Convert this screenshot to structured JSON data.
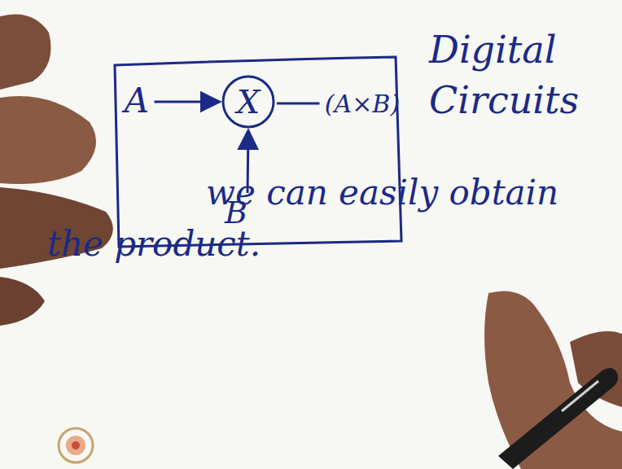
{
  "diagram": {
    "nodes": [
      {
        "text": [
          "A"
        ]
      },
      {
        "text": [
          "X"
        ]
      },
      {
        "text": [
          "(A×B)"
        ]
      },
      {
        "text": [
          "B"
        ]
      }
    ],
    "edges": [
      {
        "from": 0,
        "to": 1,
        "arrow": "to"
      },
      {
        "from": 1,
        "to": 2,
        "arrow": "none"
      },
      {
        "from": 3,
        "to": 1,
        "arrow": "to"
      }
    ],
    "labels": [
      "Digital Circuits",
      "we can easily obtain the product."
    ]
  }
}
